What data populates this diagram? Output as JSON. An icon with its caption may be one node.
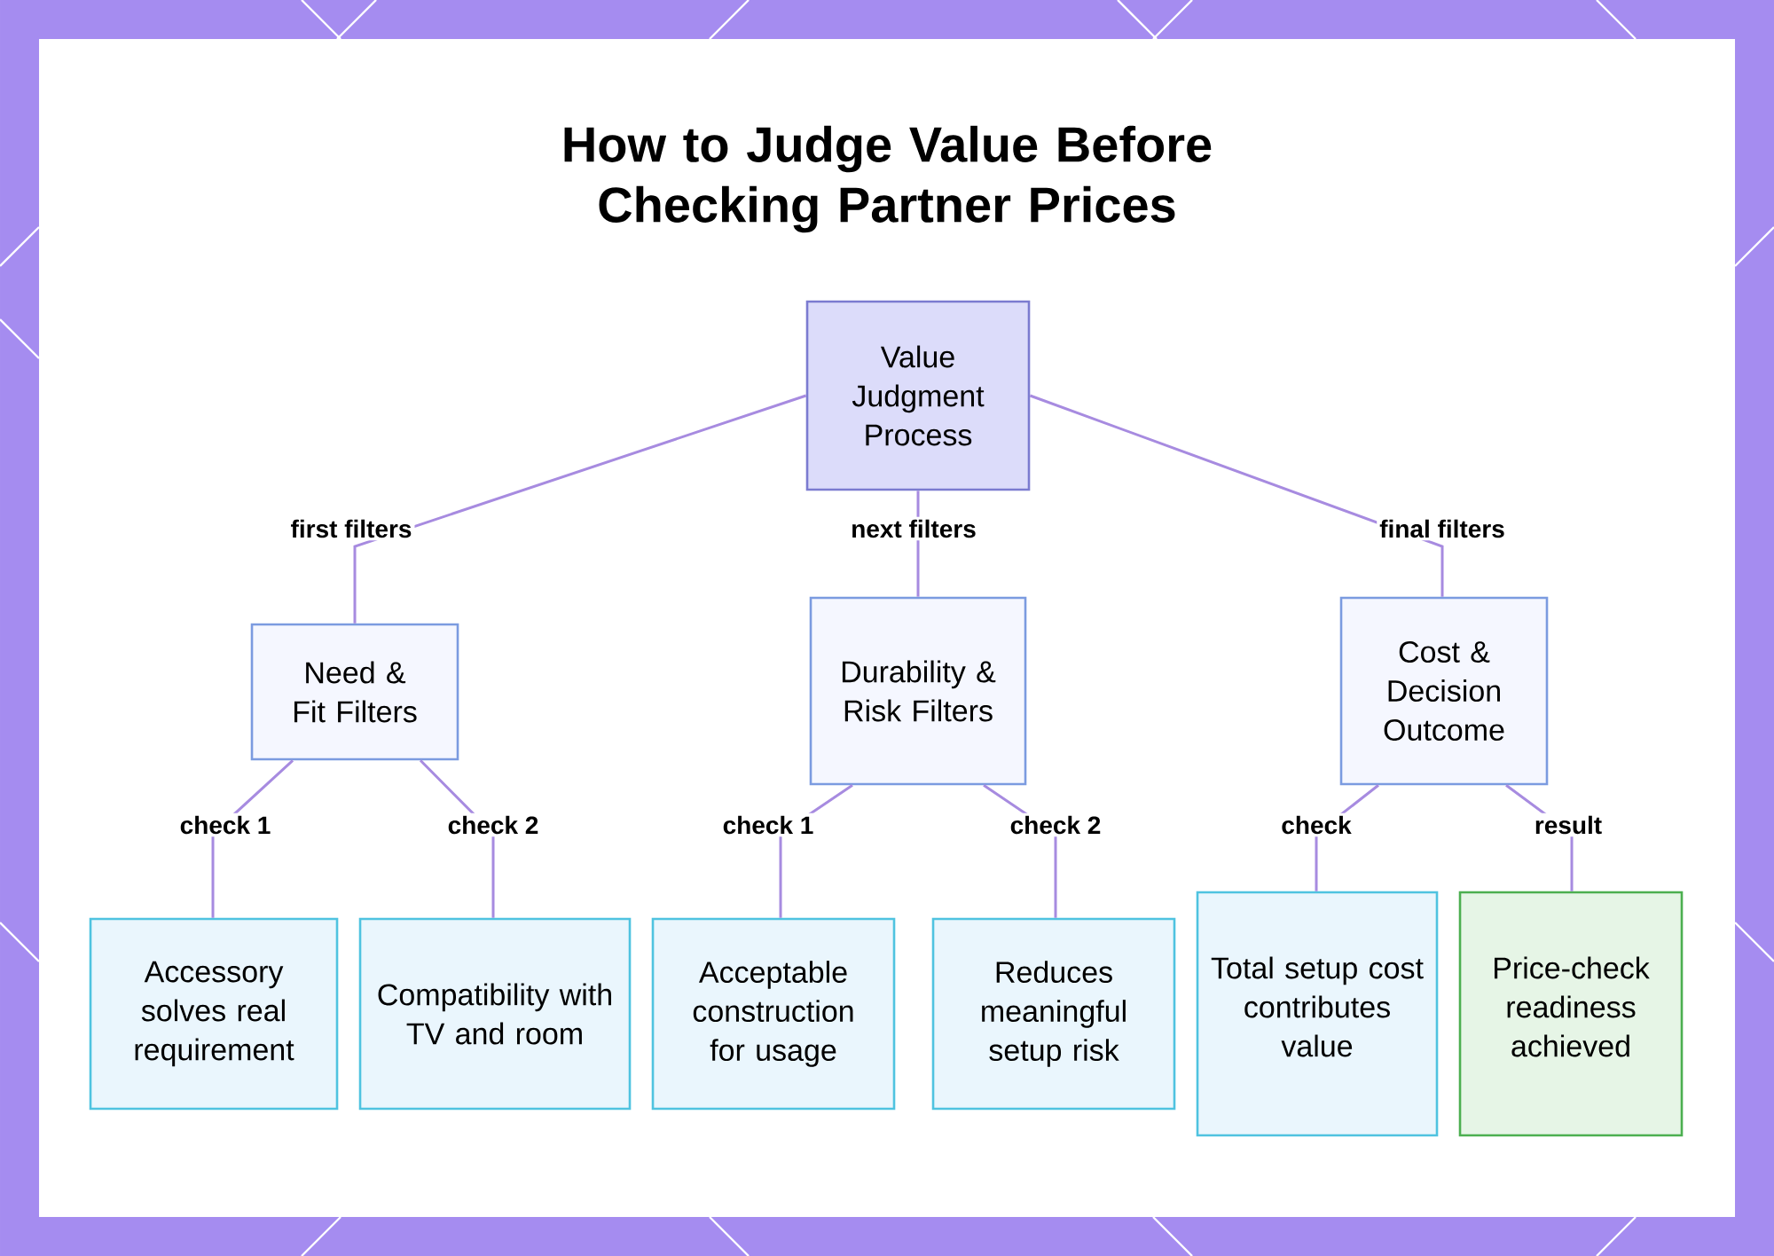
{
  "diagram": {
    "title": "How to Judge Value Before Checking Partner Prices",
    "nodes": [
      {
        "text": [
          "Value Judgment Process"
        ]
      },
      {
        "text": [
          "Need & Fit Filters"
        ]
      },
      {
        "text": [
          "Durability & Risk Filters"
        ]
      },
      {
        "text": [
          "Cost & Decision Outcome"
        ]
      },
      {
        "text": [
          "Accessory solves real requirement"
        ]
      },
      {
        "text": [
          "Compatibility with TV and room"
        ]
      },
      {
        "text": [
          "Acceptable construction for usage"
        ]
      },
      {
        "text": [
          "Reduces meaningful setup risk"
        ]
      },
      {
        "text": [
          "Total setup cost contributes value"
        ]
      },
      {
        "text": [
          "Price-check readiness achieved"
        ]
      }
    ],
    "edges": [
      {
        "from": 0,
        "to": 1,
        "arrow": "none",
        "label": "first filters"
      },
      {
        "from": 0,
        "to": 2,
        "arrow": "none",
        "label": "next filters"
      },
      {
        "from": 0,
        "to": 3,
        "arrow": "none",
        "label": "final filters"
      },
      {
        "from": 1,
        "to": 4,
        "arrow": "none",
        "label": "check 1"
      },
      {
        "from": 1,
        "to": 5,
        "arrow": "none",
        "label": "check 2"
      },
      {
        "from": 2,
        "to": 6,
        "arrow": "none",
        "label": "check 1"
      },
      {
        "from": 2,
        "to": 7,
        "arrow": "none",
        "label": "check 2"
      },
      {
        "from": 3,
        "to": 8,
        "arrow": "none",
        "label": "check"
      },
      {
        "from": 3,
        "to": 9,
        "arrow": "none",
        "label": "result"
      }
    ]
  }
}
